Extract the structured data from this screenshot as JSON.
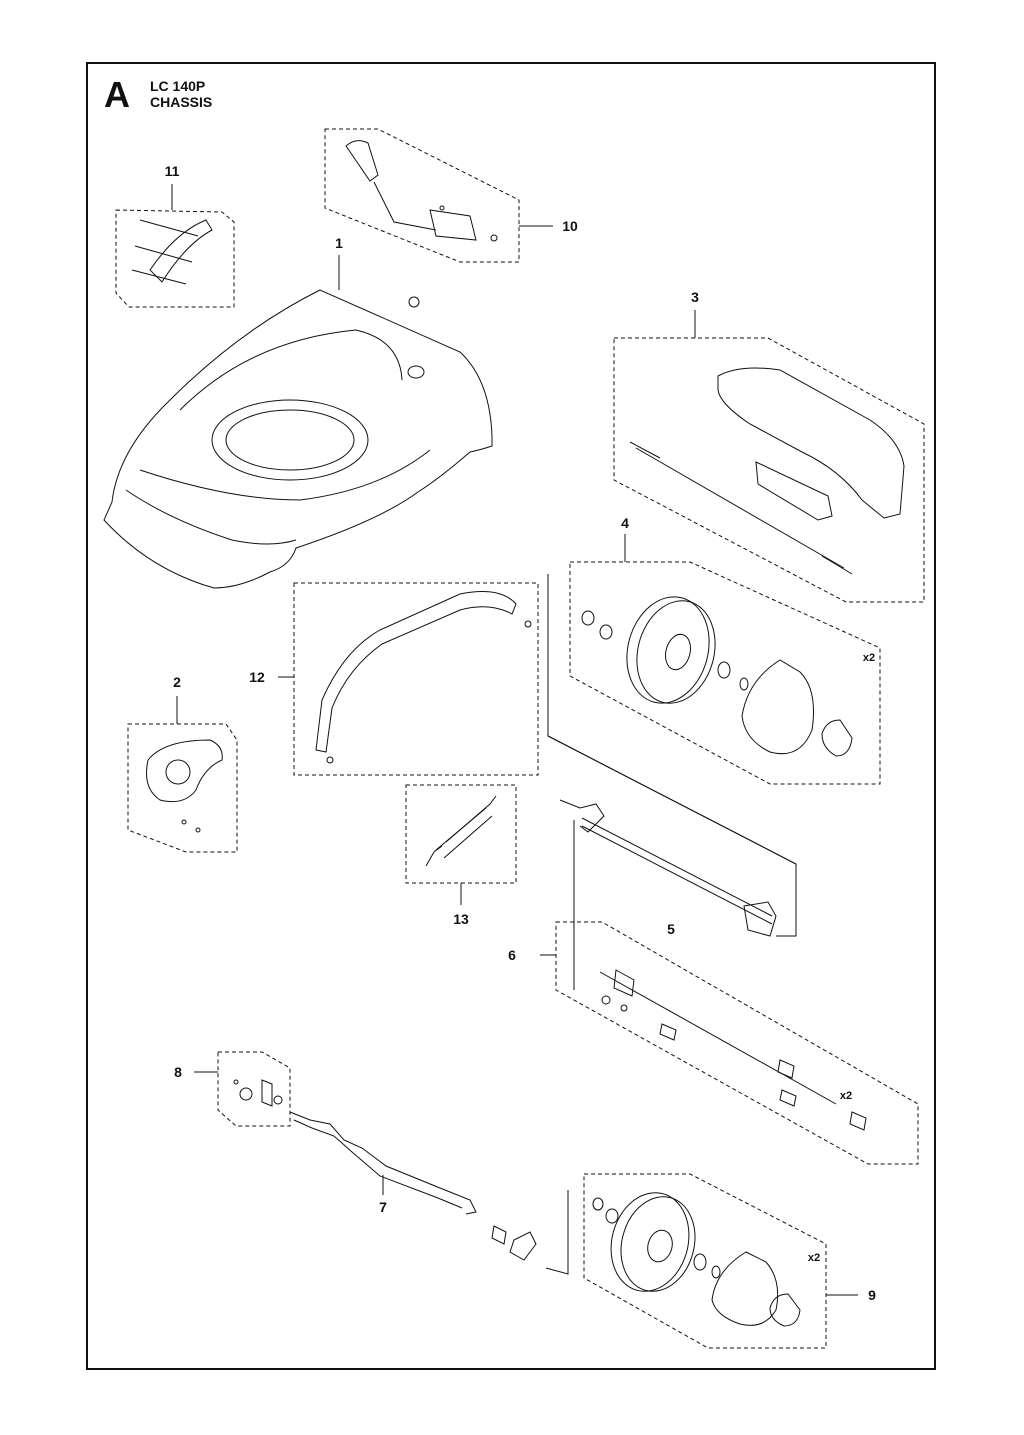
{
  "header": {
    "section_letter": "A",
    "model": "LC 140P",
    "title": "CHASSIS"
  },
  "callouts": [
    {
      "id": "11",
      "label": "11"
    },
    {
      "id": "10",
      "label": "10"
    },
    {
      "id": "1",
      "label": "1"
    },
    {
      "id": "3",
      "label": "3"
    },
    {
      "id": "4",
      "label": "4"
    },
    {
      "id": "12",
      "label": "12"
    },
    {
      "id": "2",
      "label": "2"
    },
    {
      "id": "13",
      "label": "13"
    },
    {
      "id": "5",
      "label": "5"
    },
    {
      "id": "6",
      "label": "6"
    },
    {
      "id": "8",
      "label": "8"
    },
    {
      "id": "7",
      "label": "7"
    },
    {
      "id": "9",
      "label": "9"
    }
  ],
  "quantities": {
    "wheel_front": "x2",
    "axle_brackets": "x2",
    "wheel_rear": "x2"
  },
  "colors": {
    "line": "#111111",
    "background": "#ffffff"
  }
}
